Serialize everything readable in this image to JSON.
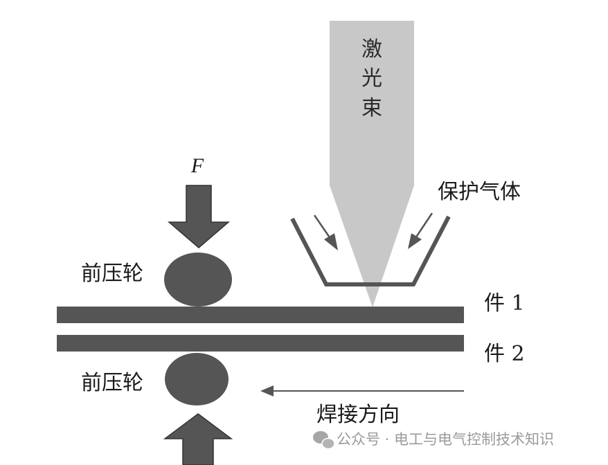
{
  "labels": {
    "laser_beam": [
      "激",
      "光",
      "束"
    ],
    "shield_gas": "保护气体",
    "force": "F",
    "front_roller_top": "前压轮",
    "front_roller_bottom": "前压轮",
    "workpiece_1": "件 1",
    "workpiece_2": "件 2",
    "weld_direction": "焊接方向"
  },
  "watermark": {
    "icon": "wechat-icon",
    "text": "公众号 · 电工与电气控制技术知识"
  },
  "colors": {
    "dark_gray": "#555555",
    "beam_gray": "#c8c8c8",
    "line_gray": "#6a6a6a",
    "watermark_gray": "#a0a0a0"
  }
}
